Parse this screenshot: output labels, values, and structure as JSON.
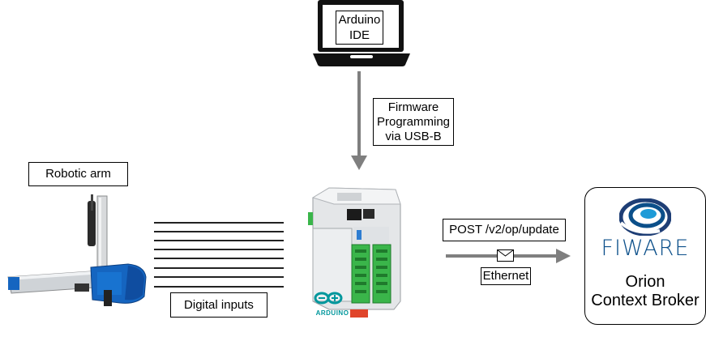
{
  "laptop": {
    "label": "Arduino\nIDE"
  },
  "arrow_down": {
    "label": "Firmware\nProgramming\nvia USB-B"
  },
  "robotic_arm": {
    "label": "Robotic arm"
  },
  "digital_inputs": {
    "label": "Digital inputs"
  },
  "plc": {
    "brand": "ARDUINO"
  },
  "http_link": {
    "top_label": "POST /v2/op/update",
    "bottom_label": "Ethernet"
  },
  "fiware": {
    "logo_text": "FIWARE",
    "title": "Orion\nContext Broker"
  },
  "colors": {
    "arrow": "#7f7f7f",
    "arduino_teal": "#00979c",
    "fiware_blue": "#0b4f8a",
    "terminal_green": "#3ab54a",
    "arm_blue": "#1565c0"
  }
}
